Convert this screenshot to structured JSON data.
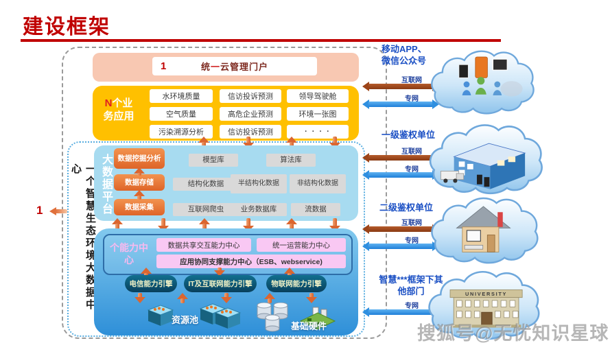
{
  "slide": {
    "title": "建设框架"
  },
  "left": {
    "index": "1",
    "vertical_label": "一个智慧生态环境大数据中心"
  },
  "portal": {
    "index": "1",
    "label_pre": "统",
    "label_accent": "一",
    "label_post": "云管理门户"
  },
  "business": {
    "label_accent": "N",
    "label": "个业务应用",
    "apps": [
      "水环境质量",
      "信访投诉预测",
      "领导驾驶舱",
      "空气质量",
      "高危企业预测",
      "环境一张图",
      "污染溯源分析",
      "信访投诉预测",
      "· · · ·"
    ]
  },
  "platform": {
    "label": "大数据平台",
    "stages": [
      "数据挖掘分析",
      "数据存储",
      "数据采集"
    ],
    "libs": [
      "模型库",
      "算法库"
    ],
    "data_types": [
      "结构化数据",
      "半结构化数据",
      "非结构化数据"
    ],
    "sources": [
      "互联网爬虫",
      "业务数据库",
      "流数据"
    ]
  },
  "capability": {
    "label": "个能力中心",
    "centers": [
      "数据共享交互能力中心",
      "统一运营能力中心"
    ],
    "support_center": "应用协同支撑能力中心（ESB、webservice)",
    "engines": [
      "电信能力引擎",
      "IT及互联网能力引擎",
      "物联网能力引擎"
    ],
    "resource_pool_label": "资源池",
    "hardware_label": "基础硬件"
  },
  "external": {
    "groups": [
      {
        "label": "移动APP、\n微信公众号",
        "links": [
          "互联网",
          "专网"
        ],
        "icon": "mobile-users-cloud-icon"
      },
      {
        "label": "一级鉴权单位",
        "links": [
          "互联网",
          "专网"
        ],
        "icon": "factory-cloud-icon"
      },
      {
        "label": "二级鉴权单位",
        "links": [
          "互联网",
          "专网"
        ],
        "icon": "house-cloud-icon"
      },
      {
        "label": "智慧***框架下其\n他部门",
        "links": [
          "专网"
        ],
        "icon": "university-cloud-icon",
        "building_text": "UNIVERSITY"
      }
    ]
  },
  "watermark": "搜狐号@无忧知识星球",
  "colors": {
    "title_red": "#C00000",
    "panel_salmon": "#F8C8B2",
    "panel_orange": "#FFC000",
    "platform_blue": "#A7DBF0",
    "container_blue": "#4FA8E4",
    "capability_pink": "#F9C8F3",
    "engine_teal": "#0D5F83",
    "flow_arrow_orange": "#DB6630",
    "internet_arrow_brown": "#9C4418",
    "private_arrow_blue": "#2F8FE0",
    "external_label_blue": "#1A4FC4"
  }
}
